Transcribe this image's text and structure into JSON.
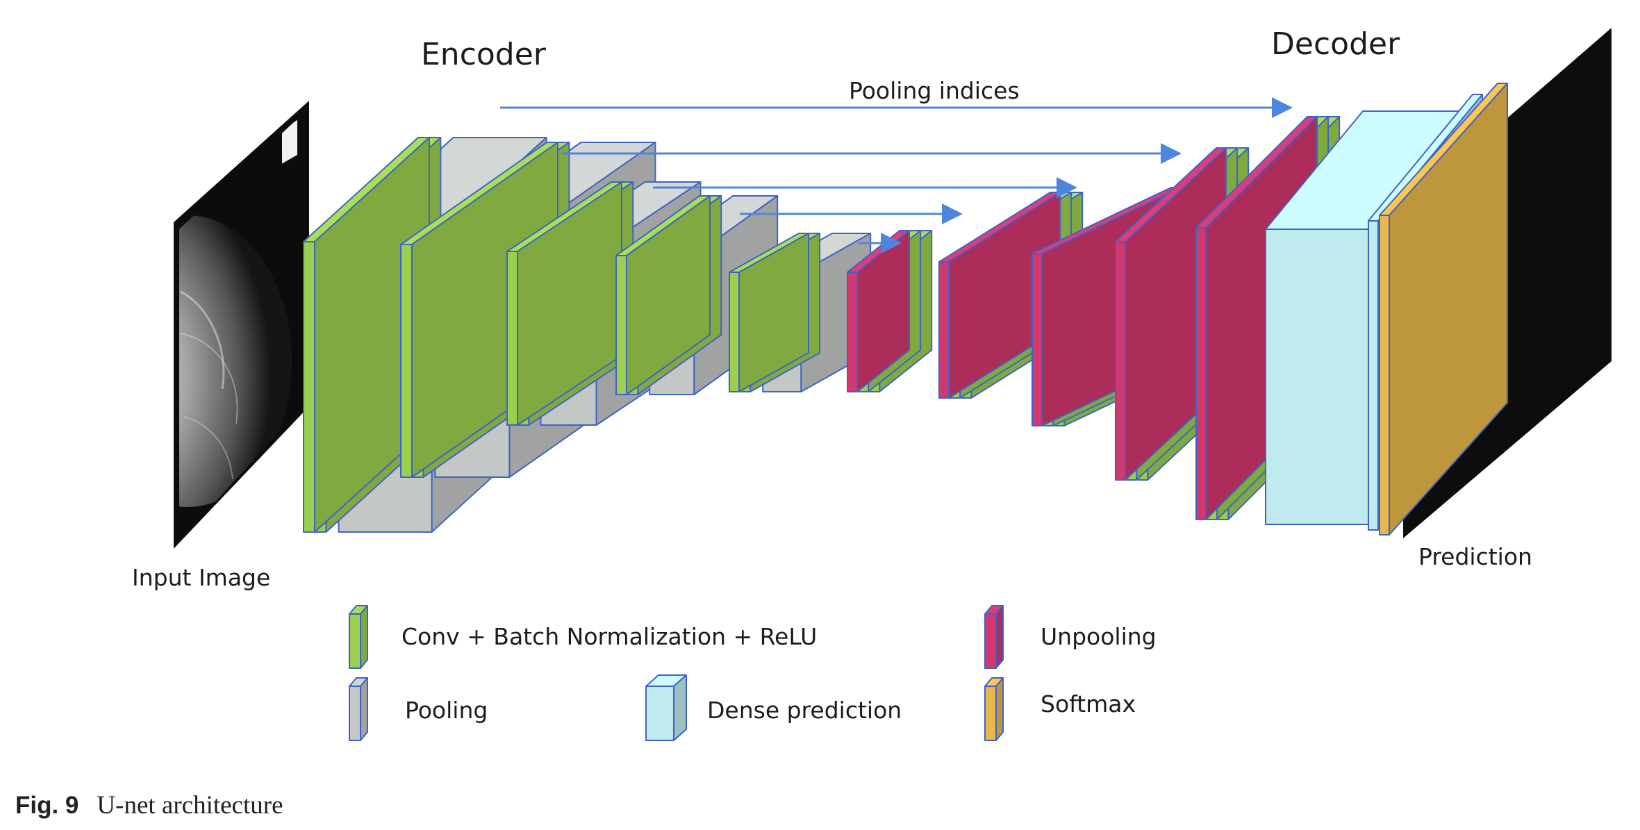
{
  "labels": {
    "encoder": "Encoder",
    "decoder": "Decoder",
    "pooling_indices": "Pooling indices",
    "input_image": "Input Image",
    "prediction": "Prediction"
  },
  "legend": [
    {
      "key": "conv",
      "label": "Conv + Batch Normalization + ReLU",
      "color": "#9ccf4e"
    },
    {
      "key": "unpool",
      "label": "Unpooling",
      "color": "#d2376e"
    },
    {
      "key": "pool",
      "label": "Pooling",
      "color": "#c3c7c6"
    },
    {
      "key": "dense",
      "label": "Dense prediction",
      "color": "#bfeaee"
    },
    {
      "key": "softmax",
      "label": "Softmax",
      "color": "#e8b84a"
    }
  ],
  "colors": {
    "conv": "#9ccf4e",
    "pool": "#c3c7c6",
    "unpool": "#d2376e",
    "dense": "#bfeaee",
    "softmax": "#e8b84a",
    "edge": "#3f62c9",
    "arrow": "#4f86dd"
  },
  "caption": {
    "label": "Fig. 9",
    "text": "U-net architecture"
  }
}
